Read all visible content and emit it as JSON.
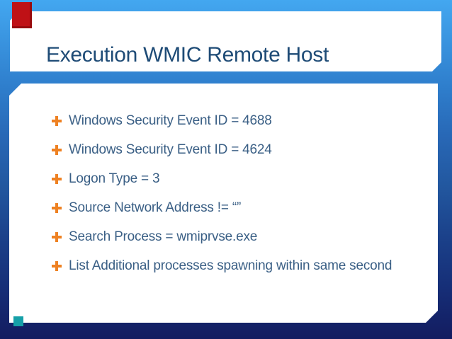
{
  "slide": {
    "title": "Execution WMIC Remote Host",
    "bullets": [
      "Windows Security Event ID = 4688",
      "Windows Security Event ID = 4624",
      "Logon Type = 3",
      "Source Network Address != “”",
      "Search Process = wmiprvse.exe",
      "List Additional processes spawning within same second"
    ],
    "icons": {
      "bullet": "plus-icon"
    },
    "colors": {
      "background_top": "#43a7f0",
      "background_bottom": "#131c60",
      "card_background": "#ffffff",
      "card_shadow": "#101b54",
      "title_text": "#1e4b76",
      "bullet_text": "#3a5f85",
      "bullet_icon_orange": "#ee8122",
      "accent_red": "#bf1116",
      "accent_teal": "#16a0a8"
    }
  }
}
